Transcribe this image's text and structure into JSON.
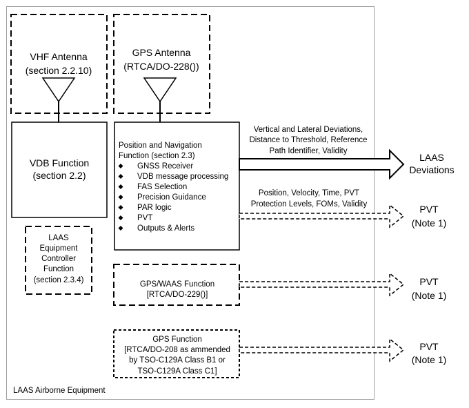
{
  "container_label": "LAAS Airborne Equipment",
  "vhf_antenna": {
    "line1": "VHF Antenna",
    "line2": "(section 2.2.10)"
  },
  "gps_antenna": {
    "line1": "GPS Antenna",
    "line2": "(RTCA/DO-228())"
  },
  "vdb_function": {
    "line1": "VDB Function",
    "line2": "(section 2.2)"
  },
  "pnf": {
    "line1": "Position and Navigation",
    "line2": "Function (section 2.3)",
    "bullets": [
      "GNSS Receiver",
      "VDB message processing",
      "FAS Selection",
      "Precision Guidance",
      "PAR logic",
      "PVT",
      "Outputs & Alerts"
    ]
  },
  "laas_controller": {
    "lines": [
      "LAAS",
      "Equipment",
      "Controller",
      "Function",
      "(section 2.3.4)"
    ]
  },
  "gps_waas": {
    "line1": "GPS/WAAS Function",
    "line2": "[RTCA/DO-229()]"
  },
  "gps_function": {
    "lines": [
      "GPS Function",
      "[RTCA/DO-208 as ammended",
      "by TSO-C129A Class B1 or",
      "TSO-C129A Class C1]"
    ]
  },
  "deviation_label": {
    "lines": [
      "Vertical and Lateral Deviations,",
      "Distance to Threshold, Reference",
      "Path Identifier, Validity"
    ]
  },
  "pvt_label": {
    "lines": [
      "Position, Velocity, Time, PVT",
      "Protection Levels, FOMs, Validity"
    ]
  },
  "outputs": {
    "laas_deviations": [
      "LAAS",
      "Deviations"
    ],
    "pvt_1": [
      "PVT",
      "(Note 1)"
    ],
    "pvt_2": [
      "PVT",
      "(Note 1)"
    ],
    "pvt_3": [
      "PVT",
      "(Note 1)"
    ]
  }
}
